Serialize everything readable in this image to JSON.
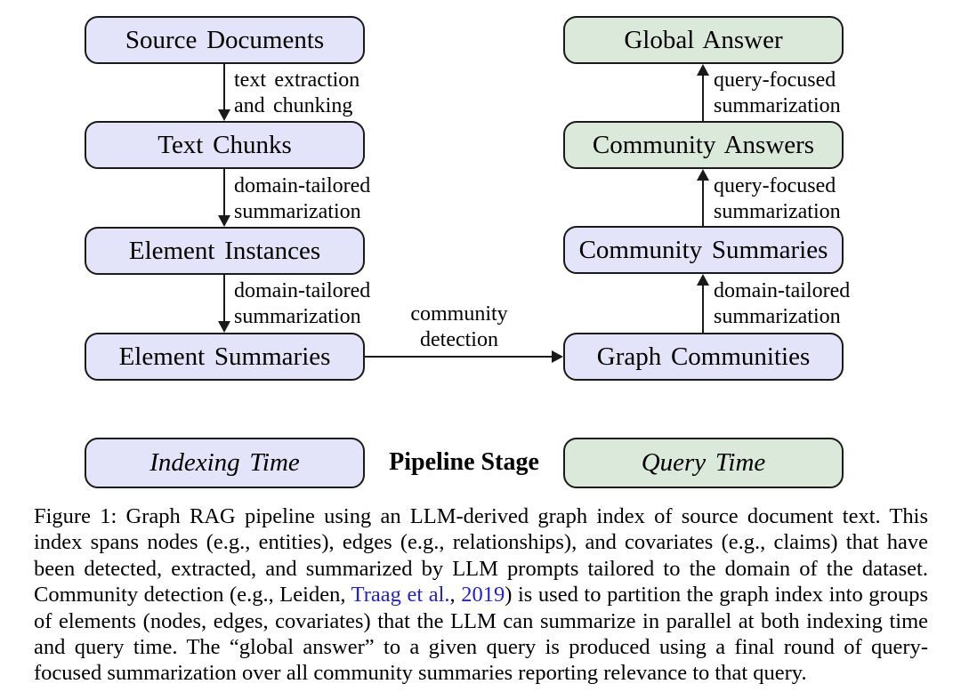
{
  "figure": {
    "diagram": {
      "nodes": {
        "source_documents": {
          "label": "Source Documents"
        },
        "text_chunks": {
          "label": "Text Chunks"
        },
        "element_instances": {
          "label": "Element Instances"
        },
        "element_summaries": {
          "label": "Element Summaries"
        },
        "graph_communities": {
          "label": "Graph Communities"
        },
        "community_summaries": {
          "label": "Community Summaries"
        },
        "community_answers": {
          "label": "Community Answers"
        },
        "global_answer": {
          "label": "Global Answer"
        }
      },
      "edges": {
        "source_to_chunks": {
          "label": "text extraction\nand chunking"
        },
        "chunks_to_instances": {
          "label": "domain-tailored\nsummarization"
        },
        "instances_to_summaries": {
          "label": "domain-tailored\nsummarization"
        },
        "summaries_to_communities": {
          "label": "community\ndetection"
        },
        "communities_to_csummaries": {
          "label": "domain-tailored\nsummarization"
        },
        "csummaries_to_canswers": {
          "label": "query-focused\nsummarization"
        },
        "canswers_to_global": {
          "label": "query-focused\nsummarization"
        }
      }
    },
    "legend": {
      "indexing_label": "Indexing Time",
      "stage_label": "Pipeline Stage",
      "query_label": "Query Time"
    },
    "caption": {
      "part1": "Figure 1: Graph RAG pipeline using an LLM-derived graph index of source document text. This index spans nodes (e.g., entities), edges (e.g., relationships), and covariates (e.g., claims) that have been detected, extracted, and summarized by LLM prompts tailored to the domain of the dataset. Community detection (e.g., Leiden, ",
      "link_authors": "Traag et al.",
      "separator": ", ",
      "link_year": "2019",
      "part2": ") is used to partition the graph index into groups of elements (nodes, edges, covariates) that the LLM can summarize in parallel at both indexing time and query time. The “global answer” to a given query is produced using a final round of query-focused summarization over all community summaries reporting relevance to that query."
    }
  },
  "colors": {
    "indexing_fill": "#e3e3f9",
    "query_fill": "#dbe9db",
    "stroke": "#1a1a1a",
    "link_blue": "#2323cb"
  }
}
